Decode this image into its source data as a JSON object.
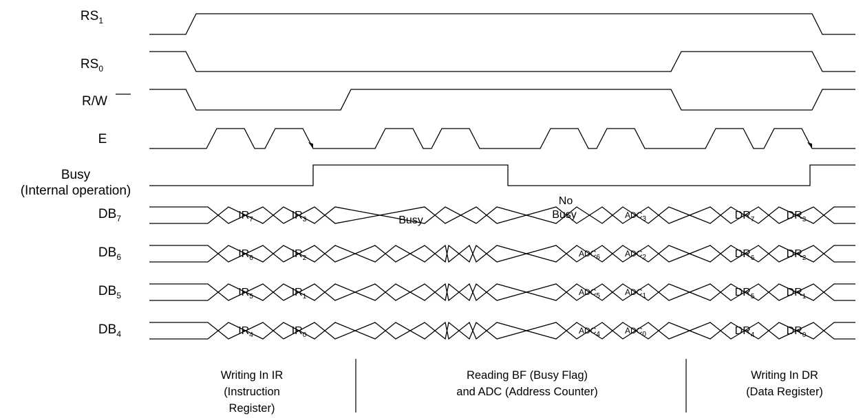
{
  "signals": [
    {
      "key": "rs1",
      "name": "RS",
      "sub": "1"
    },
    {
      "key": "rs0",
      "name": "RS",
      "sub": "0"
    },
    {
      "key": "rw",
      "name": "R/",
      "over": "W"
    },
    {
      "key": "e",
      "name": "E"
    },
    {
      "key": "busy",
      "name": "Busy",
      "name2": "(Internal operation)"
    },
    {
      "key": "db7",
      "name": "DB",
      "sub": "7"
    },
    {
      "key": "db6",
      "name": "DB",
      "sub": "6"
    },
    {
      "key": "db5",
      "name": "DB",
      "sub": "5"
    },
    {
      "key": "db4",
      "name": "DB",
      "sub": "4"
    }
  ],
  "bus_values": {
    "db7": [
      {
        "main": "IR",
        "sub": "7"
      },
      {
        "main": "IR",
        "sub": "3"
      },
      {
        "main": "Busy"
      },
      {
        "main": "No",
        "main2": "Busy"
      },
      {
        "main": "ADC",
        "sub": "3"
      },
      {
        "main": "DR",
        "sub": "7"
      },
      {
        "main": "DR",
        "sub": "3"
      }
    ],
    "db6": [
      {
        "main": "IR",
        "sub": "6"
      },
      {
        "main": "IR",
        "sub": "2"
      },
      {
        "main": "ADC",
        "sub": "6"
      },
      {
        "main": "ADC",
        "sub": "2"
      },
      {
        "main": "DR",
        "sub": "6"
      },
      {
        "main": "DR",
        "sub": "2"
      }
    ],
    "db5": [
      {
        "main": "IR",
        "sub": "5"
      },
      {
        "main": "IR",
        "sub": "1"
      },
      {
        "main": "ADC",
        "sub": "5"
      },
      {
        "main": "ADC",
        "sub": "1"
      },
      {
        "main": "DR",
        "sub": "5"
      },
      {
        "main": "DR",
        "sub": "1"
      }
    ],
    "db4": [
      {
        "main": "IR",
        "sub": "4"
      },
      {
        "main": "IR",
        "sub": "0"
      },
      {
        "main": "ADC",
        "sub": "4"
      },
      {
        "main": "ADC",
        "sub": "0"
      },
      {
        "main": "DR",
        "sub": "4"
      },
      {
        "main": "DR",
        "sub": "0"
      }
    ]
  },
  "phases": [
    {
      "lines": [
        "Writing In IR",
        "(Instruction",
        "Register)"
      ]
    },
    {
      "lines": [
        "Reading BF (Busy Flag)",
        "and ADC (Address Counter)"
      ]
    },
    {
      "lines": [
        "Writing In DR",
        "(Data Register)"
      ]
    }
  ],
  "colors": {
    "line": "#000000",
    "background": "#ffffff"
  }
}
